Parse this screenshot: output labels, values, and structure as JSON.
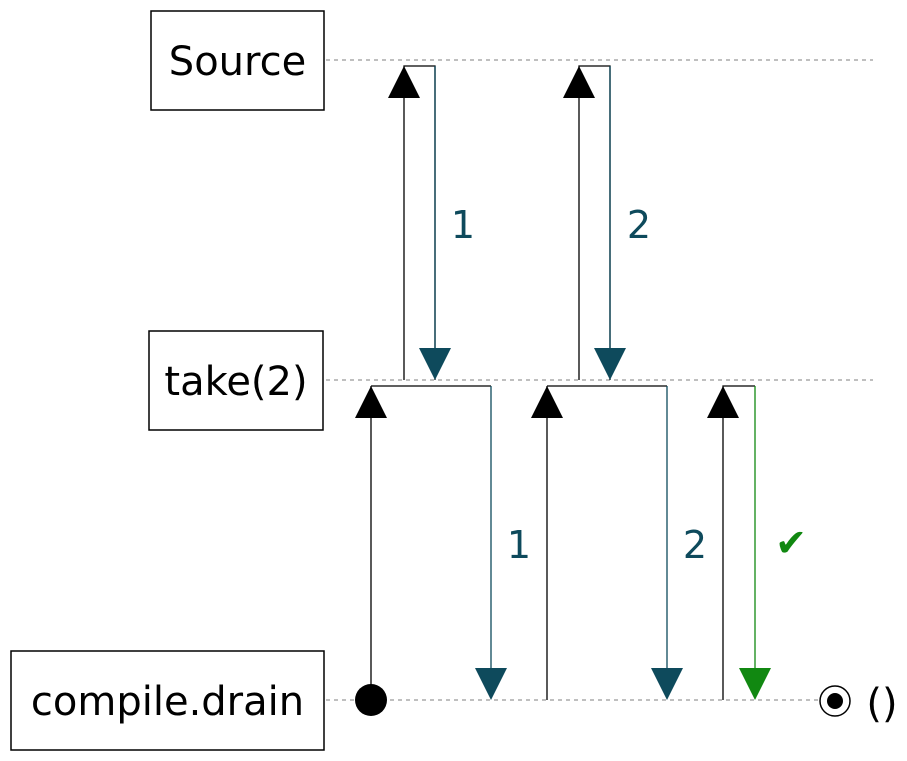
{
  "stages": [
    {
      "id": "source",
      "label": "Source"
    },
    {
      "id": "take",
      "label": "take(2)"
    },
    {
      "id": "drain",
      "label": "compile.drain"
    }
  ],
  "emissions": [
    {
      "between": "source-take",
      "label": "1"
    },
    {
      "between": "source-take",
      "label": "2"
    },
    {
      "between": "take-drain",
      "label": "1"
    },
    {
      "between": "take-drain",
      "label": "2"
    },
    {
      "between": "take-drain",
      "label": "✔"
    }
  ],
  "result": {
    "label": "()"
  },
  "colors": {
    "request": "#000000",
    "emit": "#0e4a5c",
    "complete": "#118811",
    "guide": "#aaaaaa"
  }
}
